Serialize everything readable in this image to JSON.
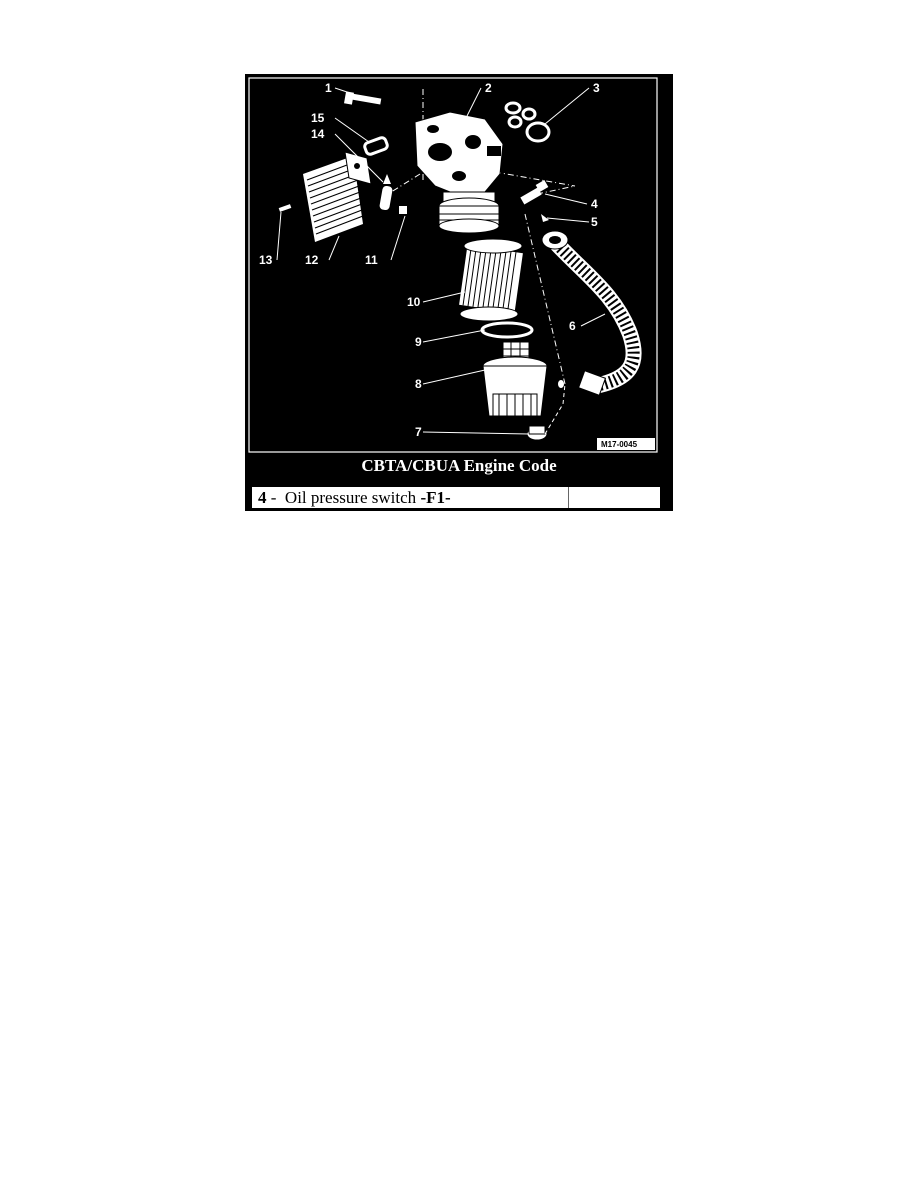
{
  "diagram": {
    "callouts": {
      "c1": "1",
      "c2": "2",
      "c3": "3",
      "c4": "4",
      "c5": "5",
      "c6": "6",
      "c7": "7",
      "c8": "8",
      "c9": "9",
      "c10": "10",
      "c11": "11",
      "c12": "12",
      "c13": "13",
      "c14": "14",
      "c15": "15"
    },
    "reference_code": "M17-0045"
  },
  "caption": {
    "engine_code": "CBTA/CBUA Engine Code"
  },
  "legend": {
    "item_number": "4",
    "separator": " -  ",
    "description": "Oil pressure switch ",
    "part_code": "-F1-"
  }
}
